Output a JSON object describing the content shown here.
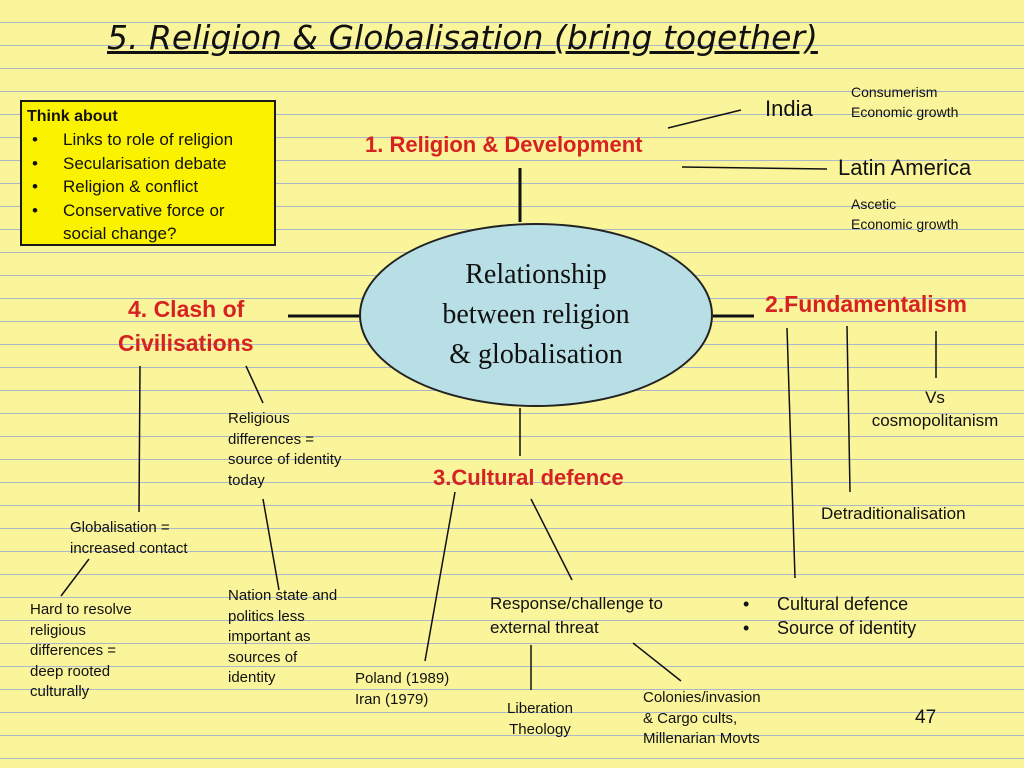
{
  "title": "5. Religion & Globalisation (bring together)",
  "think_box": {
    "heading": "Think about",
    "items": [
      "Links to role of religion",
      "Secularisation debate",
      "Religion & conflict",
      "Conservative force or social change?"
    ]
  },
  "center": {
    "line1": "Relationship",
    "line2": "between religion",
    "line3": "& globalisation"
  },
  "branches": {
    "development": "1. Religion & Development",
    "fundamentalism": "2.Fundamentalism",
    "cultural_defence": "3.Cultural defence",
    "clash_line1": "4. Clash of",
    "clash_line2": "Civilisations"
  },
  "notes": {
    "india": "India",
    "india_1": "Consumerism",
    "india_2": "Economic growth",
    "latin_america": "Latin America",
    "latin_1": "Ascetic",
    "latin_2": "Economic growth",
    "vs": "Vs",
    "cosmopolitanism": "cosmopolitanism",
    "detraditionalisation": "Detraditionalisation",
    "fund_bullets": [
      "Cultural defence",
      "Source of identity"
    ],
    "response_1": "Response/challenge to",
    "response_2": "external threat",
    "poland": "Poland (1989)",
    "iran": "Iran (1979)",
    "liberation_1": "Liberation",
    "liberation_2": "Theology",
    "colonies_1": "Colonies/invasion",
    "colonies_2": "& Cargo cults,",
    "colonies_3": "Millenarian Movts",
    "relig_diff_1": "Religious",
    "relig_diff_2": "differences =",
    "relig_diff_3": "source of identity",
    "relig_diff_4": "today",
    "glob_1": "Globalisation =",
    "glob_2": "increased contact",
    "hard_1": "Hard to resolve",
    "hard_2": "religious",
    "hard_3": "differences =",
    "hard_4": "deep rooted",
    "hard_5": "culturally",
    "nation_1": "Nation state and",
    "nation_2": "politics less",
    "nation_3": "important as",
    "nation_4": "sources of",
    "nation_5": "identity"
  },
  "page_number": "47",
  "colors": {
    "background": "#faf59a",
    "rule_lines": "#a9b7c9",
    "think_box": "#fbf200",
    "ellipse": "#b9dfe6",
    "branch_text": "#d62222"
  }
}
